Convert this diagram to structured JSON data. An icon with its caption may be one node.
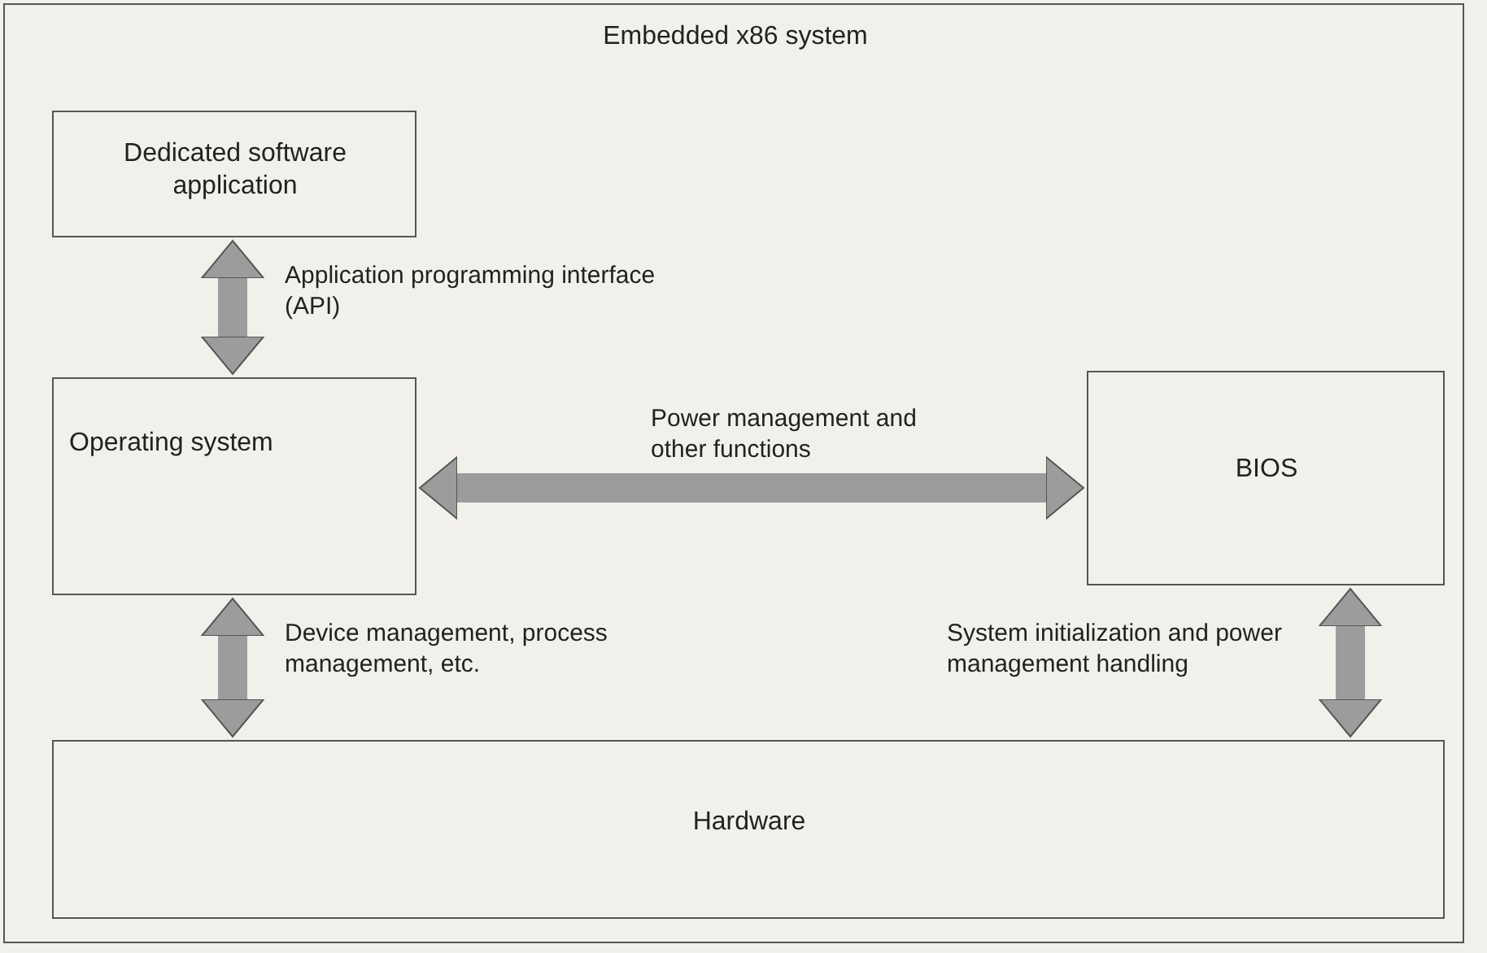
{
  "diagram": {
    "nodes": [
      {
        "text": [
          "Embedded x86 system"
        ]
      },
      {
        "text": [
          "Dedicated software application"
        ],
        "in": 0
      },
      {
        "text": [
          "Operating system"
        ],
        "in": 0
      },
      {
        "text": [
          "BIOS"
        ],
        "in": 0
      },
      {
        "text": [
          "Hardware"
        ],
        "in": 0
      }
    ],
    "edges": [
      {
        "from": 1,
        "to": 2,
        "arrow": "both",
        "label": "Application programming interface (API)"
      },
      {
        "from": 2,
        "to": 3,
        "arrow": "both",
        "label": "Power management and other functions"
      },
      {
        "from": 2,
        "to": 4,
        "arrow": "both",
        "label": "Device management, process management, etc."
      },
      {
        "from": 3,
        "to": 4,
        "arrow": "both",
        "label": "System initialization and power management handling"
      }
    ]
  }
}
